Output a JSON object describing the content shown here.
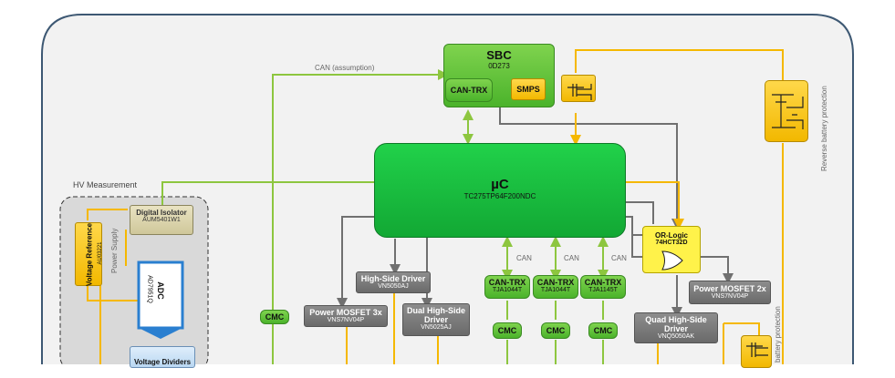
{
  "hv_title": "HV Measurement",
  "hv": {
    "isolator": {
      "title": "Digital Isolator",
      "part": "AUM5401W1"
    },
    "power_supply": "Power Supply",
    "vref": {
      "title": "Voltage Reference",
      "part": "AU03221"
    },
    "adc": {
      "title": "ADC",
      "part": "AD7951Q"
    },
    "dividers": "Voltage Dividers"
  },
  "sbc": {
    "title": "SBC",
    "part": "0D273",
    "cantrx": "CAN-TRX",
    "smps": "SMPS"
  },
  "can_assumption": "CAN (assumption)",
  "uc": {
    "title": "µC",
    "part": "TC275TP64F200NDC"
  },
  "cmc": "CMC",
  "hs_driver": {
    "title": "High-Side Driver",
    "part": "VN5050AJ"
  },
  "pmos3": {
    "title": "Power MOSFET 3x",
    "part": "VNS7NV04P"
  },
  "dual_hs": {
    "title": "Dual High-Side Driver",
    "part": "VN5025AJ"
  },
  "can_label": "CAN",
  "cantrx": [
    {
      "title": "CAN-TRX",
      "part": "TJA1044T"
    },
    {
      "title": "CAN-TRX",
      "part": "TJA1044T"
    },
    {
      "title": "CAN-TRX",
      "part": "TJA1145T"
    }
  ],
  "orlogic": {
    "title": "OR-Logic",
    "part": "74HCT32D"
  },
  "pmos2": {
    "title": "Power MOSFET 2x",
    "part": "VNS7NV04P"
  },
  "quad_hs": {
    "title": "Quad High-Side Driver",
    "part": "VNQ5050AK"
  },
  "rev_batt": "Reverse battery protection",
  "batt_prot": "battery protection",
  "colors": {
    "green_wire": "#8dc63f",
    "gray_wire": "#707070",
    "yellow_wire": "#f5b800",
    "frame": "#3d5873",
    "bg": "#f2f2f2"
  }
}
